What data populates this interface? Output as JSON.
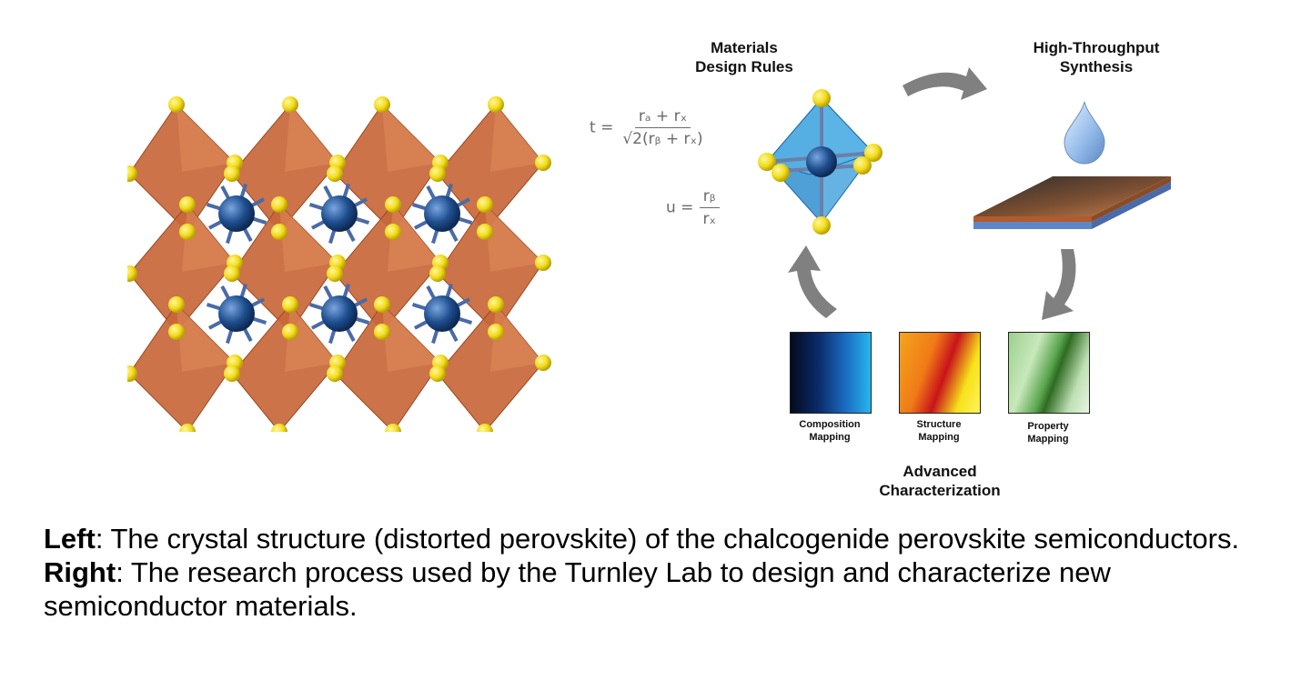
{
  "diagram": {
    "labels": {
      "design_rules": "Materials\nDesign Rules",
      "synthesis": "High-Throughput\nSynthesis",
      "characterization": "Advanced\nCharacterization",
      "composition": "Composition\nMapping",
      "structure": "Structure\nMapping",
      "property": "Property\nMapping"
    },
    "formulas": {
      "t_lhs": "t =",
      "t_num": "rₐ + rₓ",
      "t_den": "√2(rᵦ + rₓ)",
      "u_lhs": "u =",
      "u_num": "rᵦ",
      "u_den": "rₓ"
    },
    "colors": {
      "octahedron_orange": "#c8673a",
      "anion_yellow": "#f2dc1c",
      "cation_blue": "#1f4f8f",
      "octahedron_blue": "#2f8fd0",
      "arrow_gray": "#808080",
      "film_top": "#8a5a38",
      "substrate": "#5f86c8",
      "drop": "#8fb8e8"
    }
  },
  "caption": {
    "left_label": "Left",
    "left_text": ": The crystal structure (distorted perovskite) of the chalcogenide perovskite semiconductors.",
    "right_label": "Right",
    "right_text": ": The research process used by the Turnley Lab to design and characterize new semiconductor materials."
  }
}
